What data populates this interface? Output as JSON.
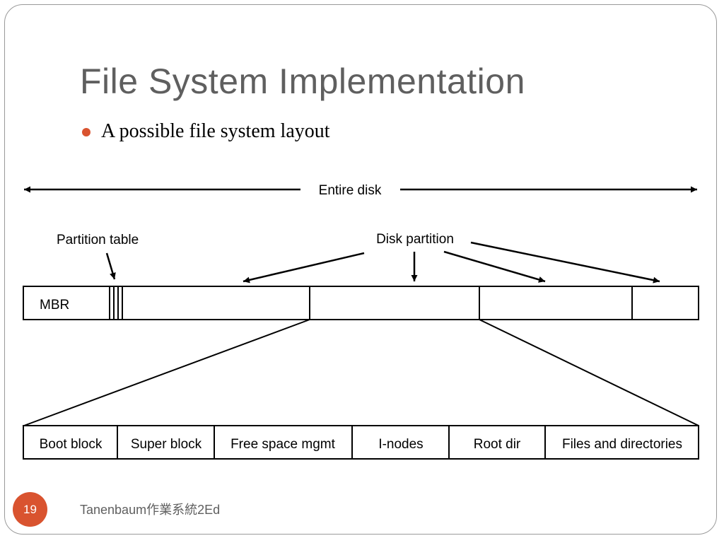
{
  "slide": {
    "title": "File System Implementation",
    "bullet": "A possible file system layout",
    "page_number": "19",
    "footer": "Tanenbaum作業系統2Ed",
    "accent_color": "#d9532f",
    "title_color": "#5f5f5f"
  },
  "diagram": {
    "entire_disk_label": "Entire disk",
    "partition_table_label": "Partition table",
    "disk_partition_label": "Disk partition",
    "mbr_label": "MBR",
    "partition_layout": [
      "Boot block",
      "Super block",
      "Free space mgmt",
      "I-nodes",
      "Root dir",
      "Files and directories"
    ]
  }
}
